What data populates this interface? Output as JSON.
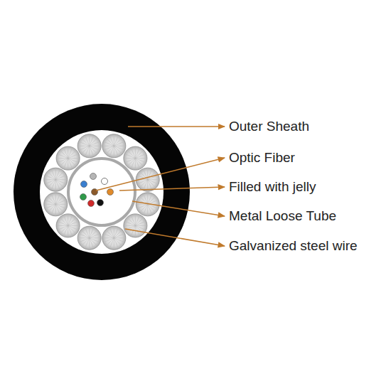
{
  "diagram": {
    "labels": [
      "Outer Sheath",
      "Optic Fiber",
      "Filled with jelly",
      "Metal Loose Tube",
      "Galvanized steel wire"
    ]
  }
}
